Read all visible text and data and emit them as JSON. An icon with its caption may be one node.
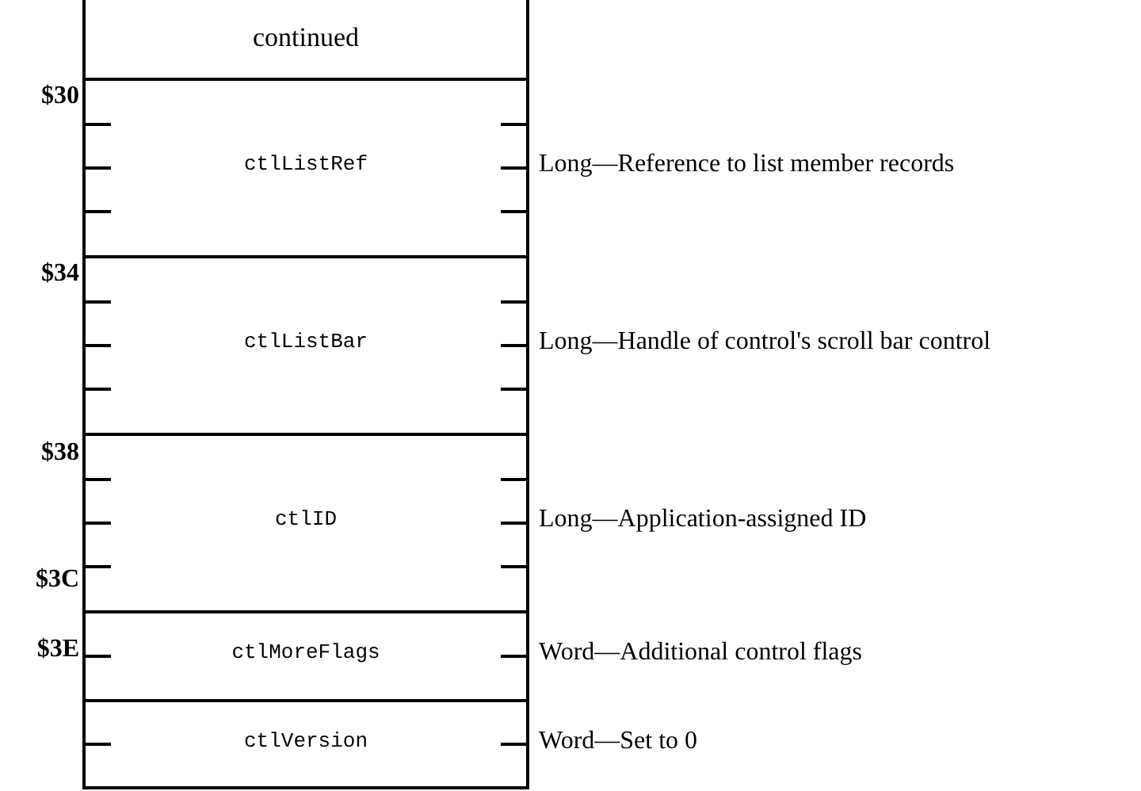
{
  "diagram": {
    "nodes": [
      {
        "text": [
          "continued"
        ]
      },
      {
        "text": [
          "ctlListRef"
        ],
        "beside": [
          "Long—Reference to list member records"
        ]
      },
      {
        "text": [
          "ctlListBar"
        ],
        "beside": [
          "Long—Handle of control's scroll bar control"
        ]
      },
      {
        "text": [
          "ctlID"
        ],
        "beside": [
          "Long—Application-assigned ID"
        ]
      },
      {
        "text": [
          "ctlMoreFlags"
        ],
        "beside": [
          "Word—Additional control flags"
        ]
      },
      {
        "text": [
          "ctlVersion"
        ],
        "beside": [
          "Word—Set to 0"
        ]
      }
    ],
    "labels": [
      "$30",
      "$34",
      "$38",
      "$3C",
      "$3E"
    ]
  }
}
